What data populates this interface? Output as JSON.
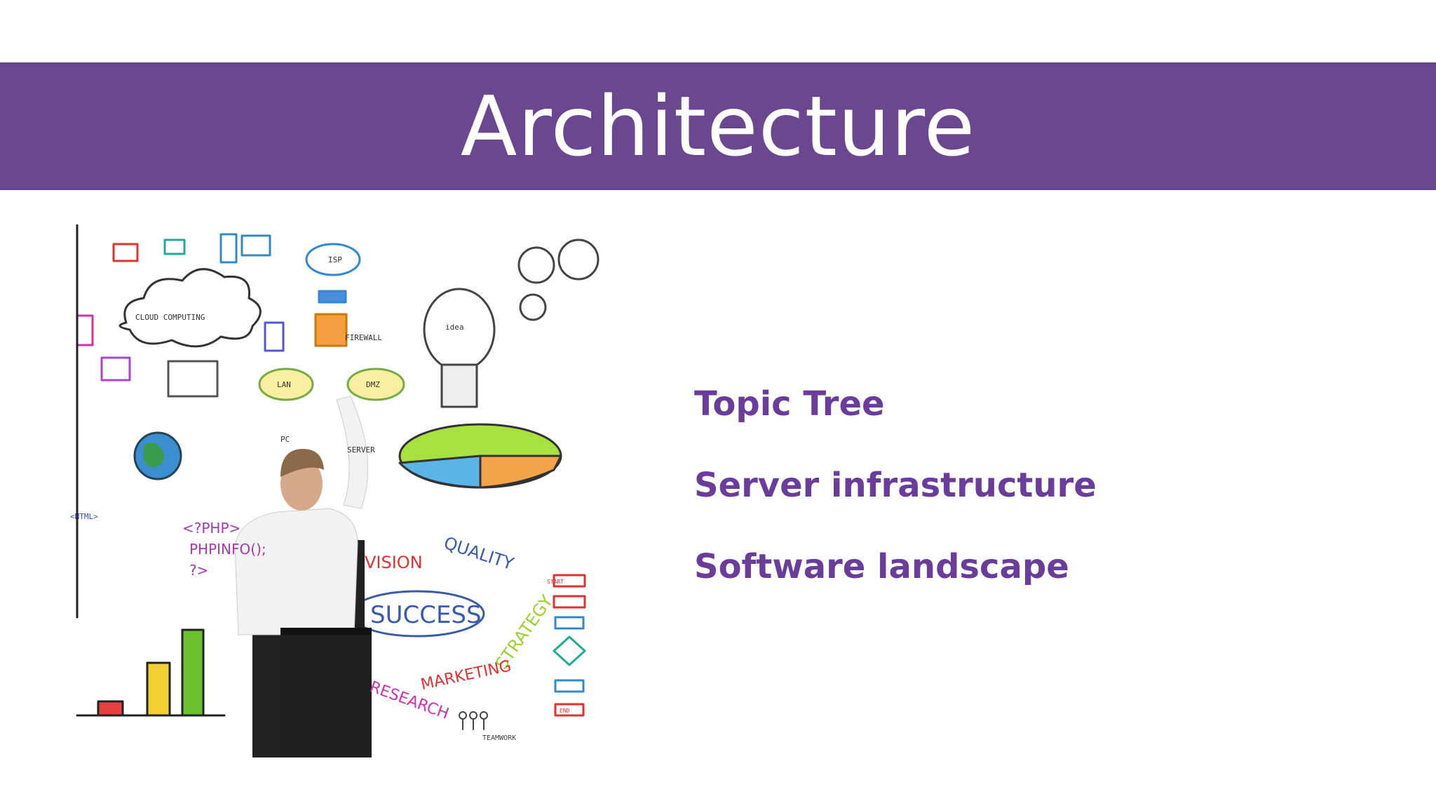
{
  "slide": {
    "title": "Architecture",
    "bullets": [
      "Topic Tree",
      "Server infrastructure",
      "Software landscape"
    ]
  },
  "illustration": {
    "labels": {
      "cloud": "CLOUD COMPUTING",
      "isp": "ISP",
      "firewall": "FIREWALL",
      "lan": "LAN",
      "dmz": "DMZ",
      "idea": "idea",
      "server": "SERVER",
      "pc": "PC",
      "php_tag": "<?PHP>",
      "phpinfo": "PHPINFO();",
      "html": "<HTML>",
      "question": "?>",
      "vision": "VISION",
      "quality": "QUALITY",
      "success": "SUCCESS",
      "strategy": "STRATEGY",
      "marketing": "MARKETING",
      "research": "RESEARCH",
      "teamwork": "TEAMWORK",
      "start": "START",
      "end": "END"
    }
  },
  "colors": {
    "banner": "#6a478e",
    "bullet_text": "#6a3d9a",
    "title_text": "#ffffff"
  }
}
